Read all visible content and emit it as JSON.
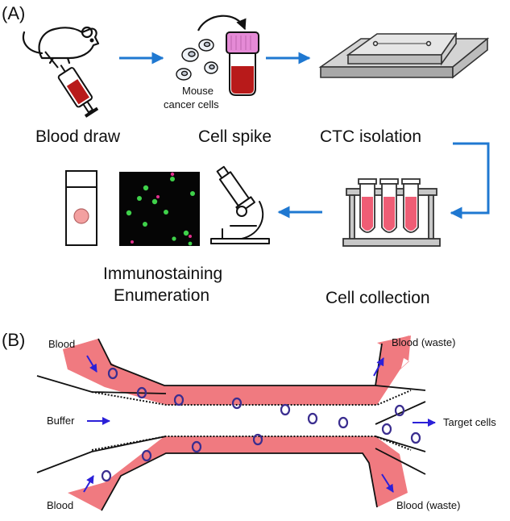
{
  "panel_a": {
    "label": "(A)",
    "cells_label_line1": "Mouse",
    "cells_label_line2": "cancer cells",
    "steps": {
      "blood_draw": "Blood draw",
      "cell_spike": "Cell spike",
      "ctc_isolation": "CTC isolation",
      "cell_collection": "Cell collection",
      "immunostaining_line1": "Immunostaining",
      "immunostaining_line2": "Enumeration"
    }
  },
  "panel_b": {
    "label": "(B)",
    "blood_top": "Blood",
    "blood_bottom": "Blood",
    "buffer": "Buffer",
    "waste_top": "Blood (waste)",
    "waste_bottom": "Blood (waste)",
    "target": "Target cells"
  },
  "colors": {
    "arrow_blue": "#1f78d1",
    "channel_pink": "#f07a80",
    "cell_ring": "#3a2d8f",
    "blood_red": "#b81a1a",
    "tube_cap": "#e58ad6",
    "fluor_green": "#3fd14a",
    "fluor_magenta": "#e0308c"
  },
  "icons": [
    "mouse-icon",
    "syringe-icon",
    "curved-arrow-icon",
    "blood-vial-icon",
    "microfluidic-chip-icon",
    "test-tube-rack-icon",
    "microscope-icon",
    "slide-icon"
  ]
}
